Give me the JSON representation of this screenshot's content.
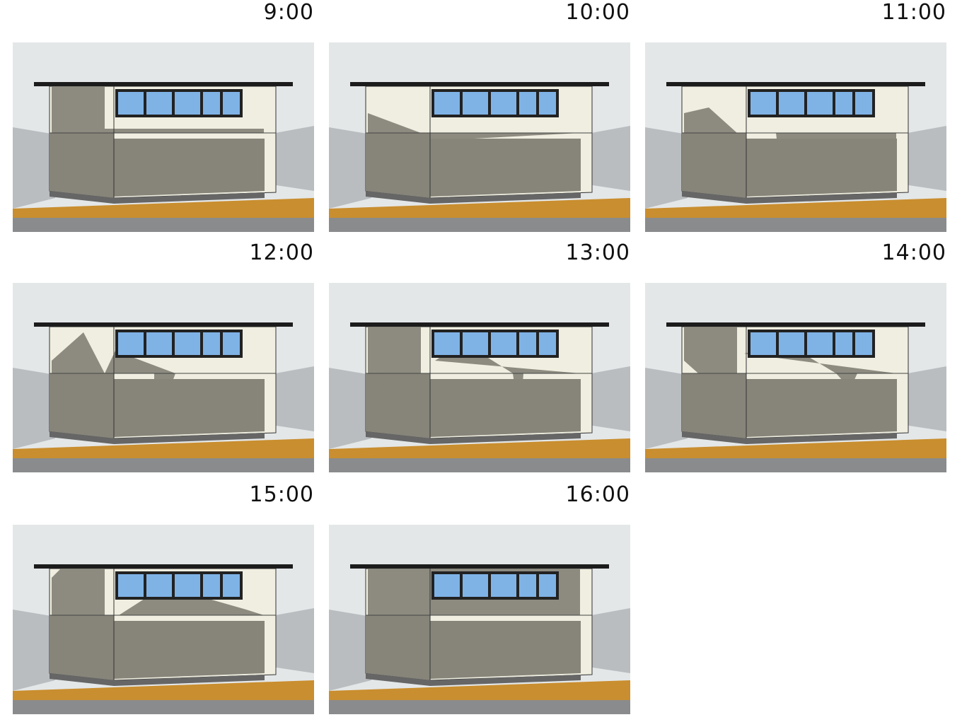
{
  "panels": [
    {
      "time": "9:00"
    },
    {
      "time": "10:00"
    },
    {
      "time": "11:00"
    },
    {
      "time": "12:00"
    },
    {
      "time": "13:00"
    },
    {
      "time": "14:00"
    },
    {
      "time": "15:00"
    },
    {
      "time": "16:00"
    }
  ],
  "colors": {
    "sky": "#e4e7e8",
    "ground": "#c98e2f",
    "road": "#8a8b8c",
    "wall_lit": "#efeee0",
    "wall_shadow": "#87857a",
    "window": "#7fb3e6",
    "roof": "#1c1c1c",
    "buildings": "#b9bdc0"
  }
}
